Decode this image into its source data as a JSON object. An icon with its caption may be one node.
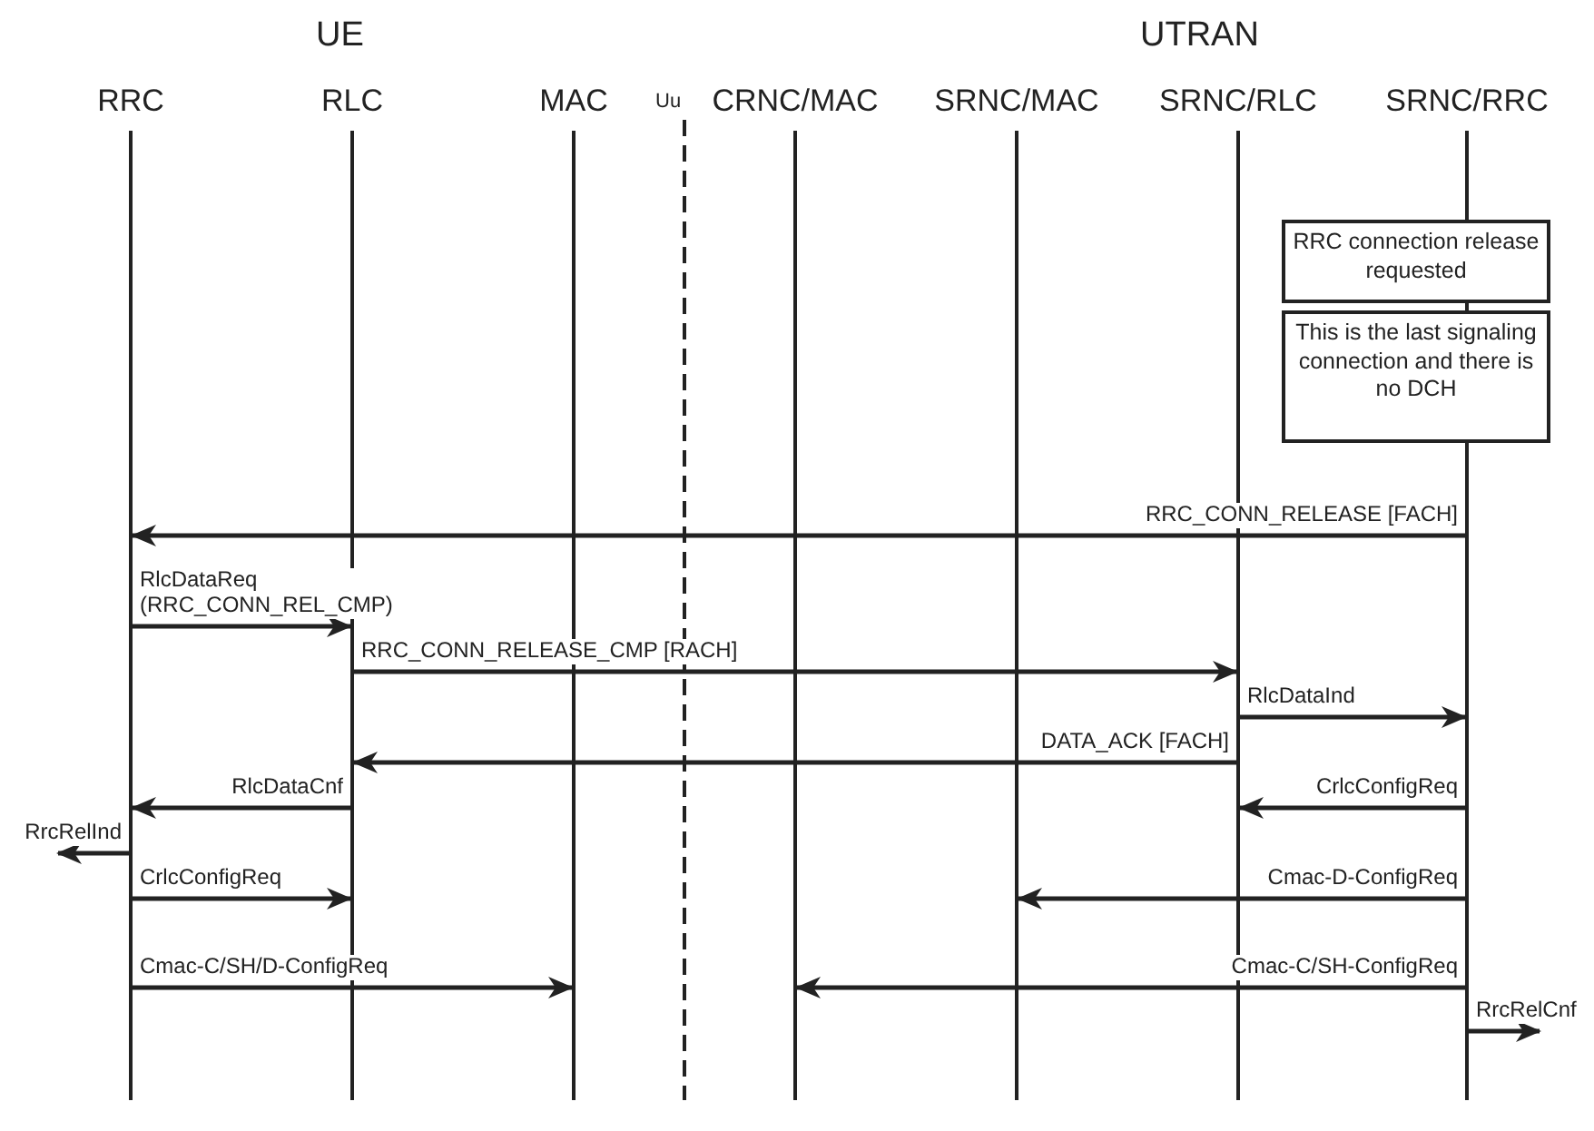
{
  "diagram": {
    "nodes": [
      {
        "text": [
          "RRC"
        ]
      },
      {
        "text": [
          "RLC"
        ]
      },
      {
        "text": [
          "MAC"
        ]
      },
      {
        "text": [
          "CRNC/MAC"
        ]
      },
      {
        "text": [
          "SRNC/MAC"
        ]
      },
      {
        "text": [
          "SRNC/RLC"
        ]
      },
      {
        "text": [
          "SRNC/RRC"
        ]
      },
      {
        "text": [
          "RRC connection release requested"
        ]
      },
      {
        "text": [
          "This is the last signaling connection and there is no DCH"
        ]
      }
    ],
    "edges": [
      {
        "from": 6,
        "to": 0,
        "arrow": "to",
        "label": "RRC_CONN_RELEASE [FACH]"
      },
      {
        "from": 0,
        "to": 1,
        "arrow": "to",
        "label": "RlcDataReq (RRC_CONN_REL_CMP)"
      },
      {
        "from": 1,
        "to": 5,
        "arrow": "to",
        "label": "RRC_CONN_RELEASE_CMP [RACH]"
      },
      {
        "from": 5,
        "to": 6,
        "arrow": "to",
        "label": "RlcDataInd"
      },
      {
        "from": 5,
        "to": 1,
        "arrow": "to",
        "label": "DATA_ACK [FACH]"
      },
      {
        "from": 1,
        "to": 0,
        "arrow": "to",
        "label": "RlcDataCnf"
      },
      {
        "from": 6,
        "to": 5,
        "arrow": "to",
        "label": "CrlcConfigReq"
      },
      {
        "from": 0,
        "to": null,
        "arrow": "to",
        "label": "RrcRelInd"
      },
      {
        "from": 0,
        "to": 1,
        "arrow": "to",
        "label": "CrlcConfigReq"
      },
      {
        "from": 6,
        "to": 4,
        "arrow": "to",
        "label": "Cmac-D-ConfigReq"
      },
      {
        "from": 0,
        "to": 2,
        "arrow": "to",
        "label": "Cmac-C/SH/D-ConfigReq"
      },
      {
        "from": 6,
        "to": 3,
        "arrow": "to",
        "label": "Cmac-C/SH-ConfigReq"
      },
      {
        "from": 6,
        "to": null,
        "arrow": "to",
        "label": "RrcRelCnf"
      }
    ],
    "labels": [
      "UE",
      "UTRAN",
      "Uu"
    ]
  }
}
